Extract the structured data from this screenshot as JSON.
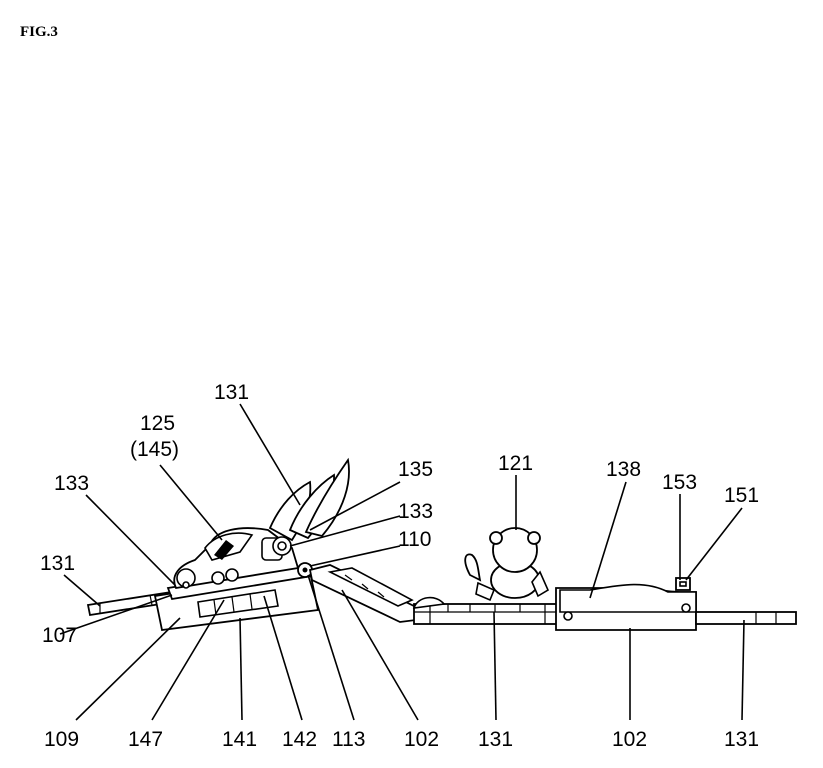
{
  "figure": {
    "title": "FIG.3"
  },
  "reference_numerals": {
    "n131_top": "131",
    "n125": "125",
    "n145": "(145)",
    "n133_left": "133",
    "n131_left": "131",
    "n107": "107",
    "n135": "135",
    "n133_right": "133",
    "n110": "110",
    "n121": "121",
    "n138": "138",
    "n153": "153",
    "n151": "151",
    "n109": "109",
    "n147": "147",
    "n141": "141",
    "n142": "142",
    "n113": "113",
    "n102_a": "102",
    "n131_b": "131",
    "n102_b": "102",
    "n131_c": "131"
  }
}
